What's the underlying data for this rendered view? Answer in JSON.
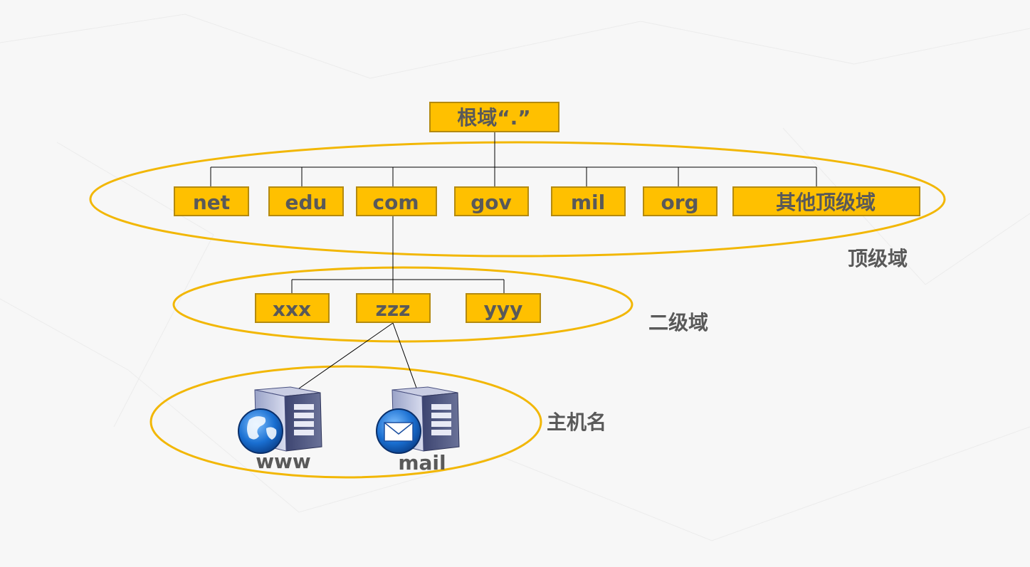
{
  "root": {
    "label": "根域“.”"
  },
  "top_level_domains": [
    "net",
    "edu",
    "com",
    "gov",
    "mil",
    "org",
    "其他顶级域"
  ],
  "second_level_domains": [
    "xxx",
    "zzz",
    "yyy"
  ],
  "hosts": [
    {
      "label": "www",
      "icon": "web-server-globe-icon"
    },
    {
      "label": "mail",
      "icon": "mail-server-envelope-icon"
    }
  ],
  "level_labels": {
    "top_level": "顶级域",
    "second_level": "二级域",
    "host": "主机名"
  },
  "colors": {
    "box_fill": "#ffc000",
    "box_border": "#b48a10",
    "ellipse": "#f2b705",
    "text": "#595959",
    "line": "#000000"
  }
}
